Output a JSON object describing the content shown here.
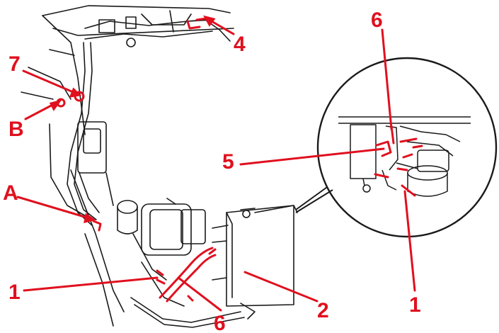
{
  "diagram": {
    "callouts": [
      {
        "id": "c4",
        "label": "4"
      },
      {
        "id": "c7",
        "label": "7"
      },
      {
        "id": "cB",
        "label": "B"
      },
      {
        "id": "cA",
        "label": "A"
      },
      {
        "id": "c1a",
        "label": "1"
      },
      {
        "id": "c6a",
        "label": "6"
      },
      {
        "id": "c2",
        "label": "2"
      },
      {
        "id": "c6b",
        "label": "6"
      },
      {
        "id": "c5",
        "label": "5"
      },
      {
        "id": "c1b",
        "label": "1"
      }
    ],
    "colors": {
      "accent": "#e0101e",
      "line": "#1a1a1a",
      "background": "#ffffff"
    }
  }
}
